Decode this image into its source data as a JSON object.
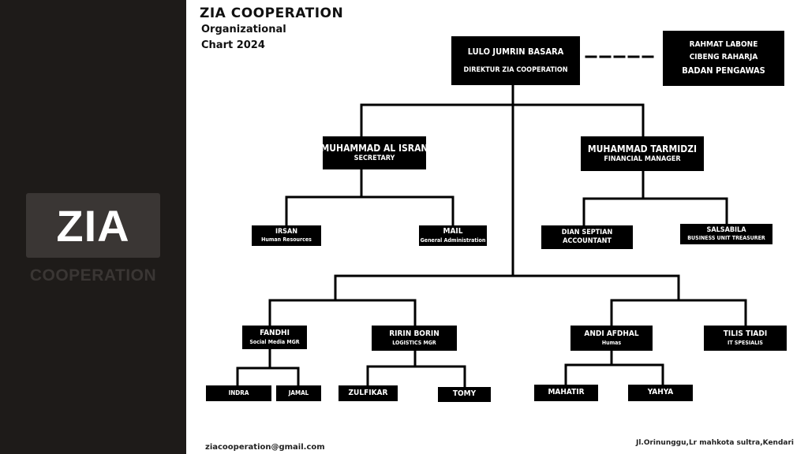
{
  "brand": {
    "logo": "ZIA",
    "sub": "COOPERATION"
  },
  "header": {
    "title": "ZIA COOPERATION",
    "subtitle_line1": "Organizational",
    "subtitle_line2": "Chart 2024"
  },
  "director": {
    "name": "LULO JUMRIN BASARA",
    "role": "DIREKTUR ZIA COOPERATION"
  },
  "board": {
    "member1": "RAHMAT LABONE",
    "member2": "CIBENG RAHARJA",
    "label": "BADAN PENGAWAS"
  },
  "secretary": {
    "name": "MUHAMMAD AL ISRAN",
    "role": "SECRETARY"
  },
  "finance": {
    "name": "MUHAMMAD TARMIDZI",
    "role": "FINANCIAL MANAGER"
  },
  "irsan": {
    "name": "IRSAN",
    "role": "Human Resources"
  },
  "mail": {
    "name": "MAIL",
    "role": "General Administration"
  },
  "dian": {
    "name": "DIAN SEPTIAN",
    "role": "ACCOUNTANT"
  },
  "salsabila": {
    "name": "SALSABILA",
    "role": "BUSINESS UNIT TREASURER"
  },
  "fandhi": {
    "name": "FANDHI",
    "role": "Social Media MGR"
  },
  "ririn": {
    "name": "RIRIN BORIN",
    "role": "LOGISTICS MGR"
  },
  "andi": {
    "name": "ANDI AFDHAL",
    "role": "Humas"
  },
  "tilis": {
    "name": "TILIS TIADI",
    "role": "IT SPESIALIS"
  },
  "indra": {
    "name": "INDRA"
  },
  "jamal": {
    "name": "JAMAL"
  },
  "zulfikar": {
    "name": "ZULFIKAR"
  },
  "tomy": {
    "name": "TOMY"
  },
  "mahatir": {
    "name": "MAHATIR"
  },
  "yahya": {
    "name": "YAHYA"
  },
  "footer": {
    "email": "ziacooperation@gmail.com",
    "address": "Jl.Orinunggu,Lr mahkota sultra,Kendari"
  }
}
